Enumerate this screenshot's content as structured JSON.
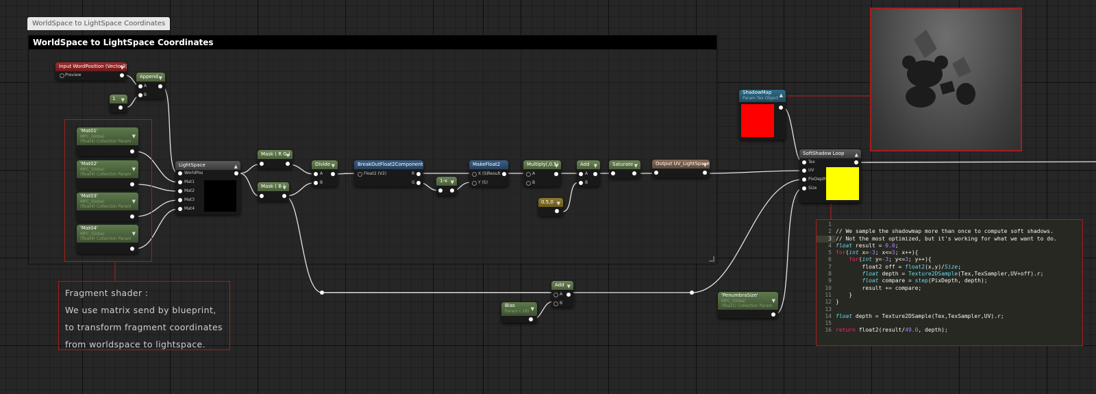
{
  "comment": {
    "tab_label": "WorldSpace to LightSpace Coordinates",
    "header_title": "WorldSpace to LightSpace Coordinates"
  },
  "nodes": {
    "input_worldpos": {
      "title": "Input WordPosition (Vector3)",
      "pin_preview": "Preview"
    },
    "append": {
      "title": "Append",
      "pin_a": "A",
      "pin_b": "B"
    },
    "const_one": {
      "title": "1"
    },
    "mat01": {
      "title": "'Mat01'",
      "line1": "MPC_Global",
      "line2": "(float4) Collection Param"
    },
    "mat02": {
      "title": "'Mat02'",
      "line1": "MPC_Global",
      "line2": "(float4) Collection Param"
    },
    "mat03": {
      "title": "'Mat03'",
      "line1": "MPC_Global",
      "line2": "(float4) Collection Param"
    },
    "mat04": {
      "title": "'Mat04'",
      "line1": "MPC_Global",
      "line2": "(float4) Collection Param"
    },
    "lightspace": {
      "title": "LightSpace",
      "pins": [
        "WorldPos",
        "Mat1",
        "Mat2",
        "Mat3",
        "Mat4"
      ]
    },
    "mask_rg": {
      "title": "Mask ( R G )"
    },
    "mask_b": {
      "title": "Mask ( B )"
    },
    "divide": {
      "title": "Divide",
      "pin_a": "A",
      "pin_b": "B"
    },
    "breakout": {
      "title": "BreakOutFloat2Components",
      "pin_in": "Float2 (V2)",
      "pin_r": "R",
      "pin_g": "G"
    },
    "one_minus": {
      "title": "1-x"
    },
    "makefloat2": {
      "title": "MakeFloat2",
      "pin_x": "X (S)",
      "pin_y": "Y (S)",
      "pin_out": "Result"
    },
    "multiply": {
      "title": "Multiply(,0.5)",
      "pin_a": "A",
      "pin_b": "B"
    },
    "add1": {
      "title": "Add",
      "pin_a": "A",
      "pin_b": "B"
    },
    "const_05": {
      "title": "0.5,0"
    },
    "saturate": {
      "title": "Saturate"
    },
    "output_uv": {
      "title": "Output UV_LightSpace"
    },
    "add2": {
      "title": "Add",
      "pin_a": "A",
      "pin_b": "B"
    },
    "bias": {
      "title": "Bias",
      "sub": "Param (-18)"
    },
    "penumbra": {
      "title": "'PenumbraSize'",
      "line1": "MPC_Global",
      "line2": "(float1) Collection Param"
    },
    "shadowmap": {
      "title": "ShadowMap",
      "sub": "Param Tex Object"
    },
    "softshadow": {
      "title": "SoftShadow Loop",
      "pins": [
        "Tex",
        "UV",
        "PixDepth",
        "Size"
      ]
    }
  },
  "note": {
    "lines": [
      "Fragment shader :",
      "We use matrix send by blueprint,",
      "to transform fragment coordinates",
      "from worldspace to lightspace."
    ]
  },
  "code": {
    "line_numbers": [
      "1",
      "2",
      "3",
      "4",
      "5",
      "6",
      "7",
      "8",
      "9",
      "10",
      "11",
      "12",
      "13",
      "14",
      "15",
      "16"
    ],
    "l2": "// We sample the shadowmap more than once to compute soft shadows.",
    "l3": "// Not the most optimized, but it's working for what we want to do.",
    "l4a": "float",
    "l4b": " result = ",
    "l4c": "0.0",
    "l4d": ";",
    "l5a": "for",
    "l5b": "(",
    "l5c": "int",
    "l5d": " x=",
    "l5e": "-3",
    "l5f": "; x<=",
    "l5g": "3",
    "l5h": "; x++){",
    "l6a": "    for",
    "l6b": "(",
    "l6c": "int",
    "l6d": " y=",
    "l6e": "-3",
    "l6f": "; y<=",
    "l6g": "3",
    "l6h": "; y++){",
    "l7a": "        float2 off = ",
    "l7b": "float2",
    "l7c": "(x,y)/",
    "l7d": "Size",
    "l7e": ";",
    "l8a": "        ",
    "l8b": "float",
    "l8c": " depth = ",
    "l8d": "Texture2DSample",
    "l8e": "(Tex,TexSampler,UV+off).r;",
    "l9a": "        ",
    "l9b": "float",
    "l9c": " compare = ",
    "l9d": "step",
    "l9e": "(PixDepth, depth);",
    "l10": "        result += compare;",
    "l11": "    }",
    "l12": "}",
    "l14a": "float",
    "l14b": " depth = Texture2DSample(Tex,TexSampler,UV).r;",
    "l16a": "return",
    "l16b": " float2(result/",
    "l16c": "49.0",
    "l16d": ", depth);"
  },
  "colors": {
    "frame_red": "#a61d1d",
    "shadowmap_swatch": "#ff0000",
    "softshadow_swatch": "#ffff00"
  }
}
